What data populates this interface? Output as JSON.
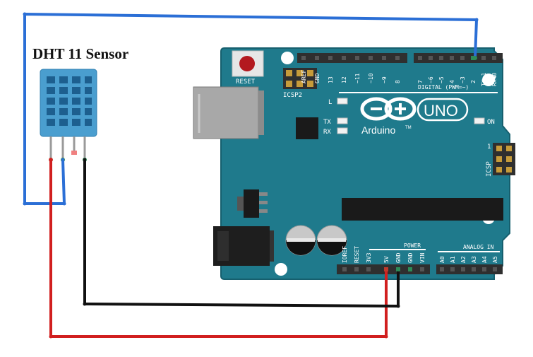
{
  "sensor": {
    "title": "DHT 11 Sensor"
  },
  "board": {
    "reset_label": "RESET",
    "icsp2_label": "ICSP2",
    "icsp_label": "ICSP",
    "icsp_pin1": "1",
    "led_labels": {
      "l": "L",
      "tx": "TX",
      "rx": "RX",
      "on": "ON"
    },
    "brand": "Arduino",
    "trademark": "TM",
    "model": "UNO",
    "digital_header_label": "DIGITAL (PWM=~)",
    "digital_pins_left": [
      "AREF",
      "GND",
      "13",
      "12",
      "~11",
      "~10",
      "~9",
      "8"
    ],
    "digital_pins_right": [
      "7",
      "~6",
      "~5",
      "4",
      "~3",
      "2",
      "TX▶1",
      "RX◀0"
    ],
    "power_header_label": "POWER",
    "power_pins": [
      "IOREF",
      "RESET",
      "3V3",
      "5V",
      "GND",
      "GND",
      "VIN"
    ],
    "analog_header_label": "ANALOG IN",
    "analog_pins": [
      "A0",
      "A1",
      "A2",
      "A3",
      "A4",
      "A5"
    ]
  },
  "colors": {
    "board": "#1f7a8c",
    "board_dark": "#145a69",
    "sensor": "#4a9ecf",
    "wire_data": "#2b6fd6",
    "wire_vcc": "#d11f1f",
    "wire_gnd": "#111111",
    "header": "#2f2f2f"
  }
}
